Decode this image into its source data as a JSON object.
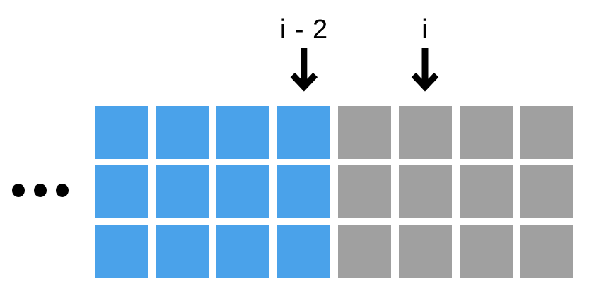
{
  "diagram": {
    "description": "Array / sequence diagram: computed cells (blue) up to index i-2, pending cells (gray) from index i-1 onward",
    "pointers": [
      {
        "label": "i - 2",
        "points_to_column": 4
      },
      {
        "label": "i",
        "points_to_column": 6
      }
    ],
    "grid": {
      "rows": 3,
      "columns": 8,
      "column_colors": [
        "blue",
        "blue",
        "blue",
        "blue",
        "gray",
        "gray",
        "gray",
        "gray"
      ]
    },
    "ellipsis_dots": 3,
    "colors": {
      "blue": "#4aa2ea",
      "gray": "#a0a0a0",
      "ink": "#000000",
      "background": "#ffffff"
    }
  }
}
